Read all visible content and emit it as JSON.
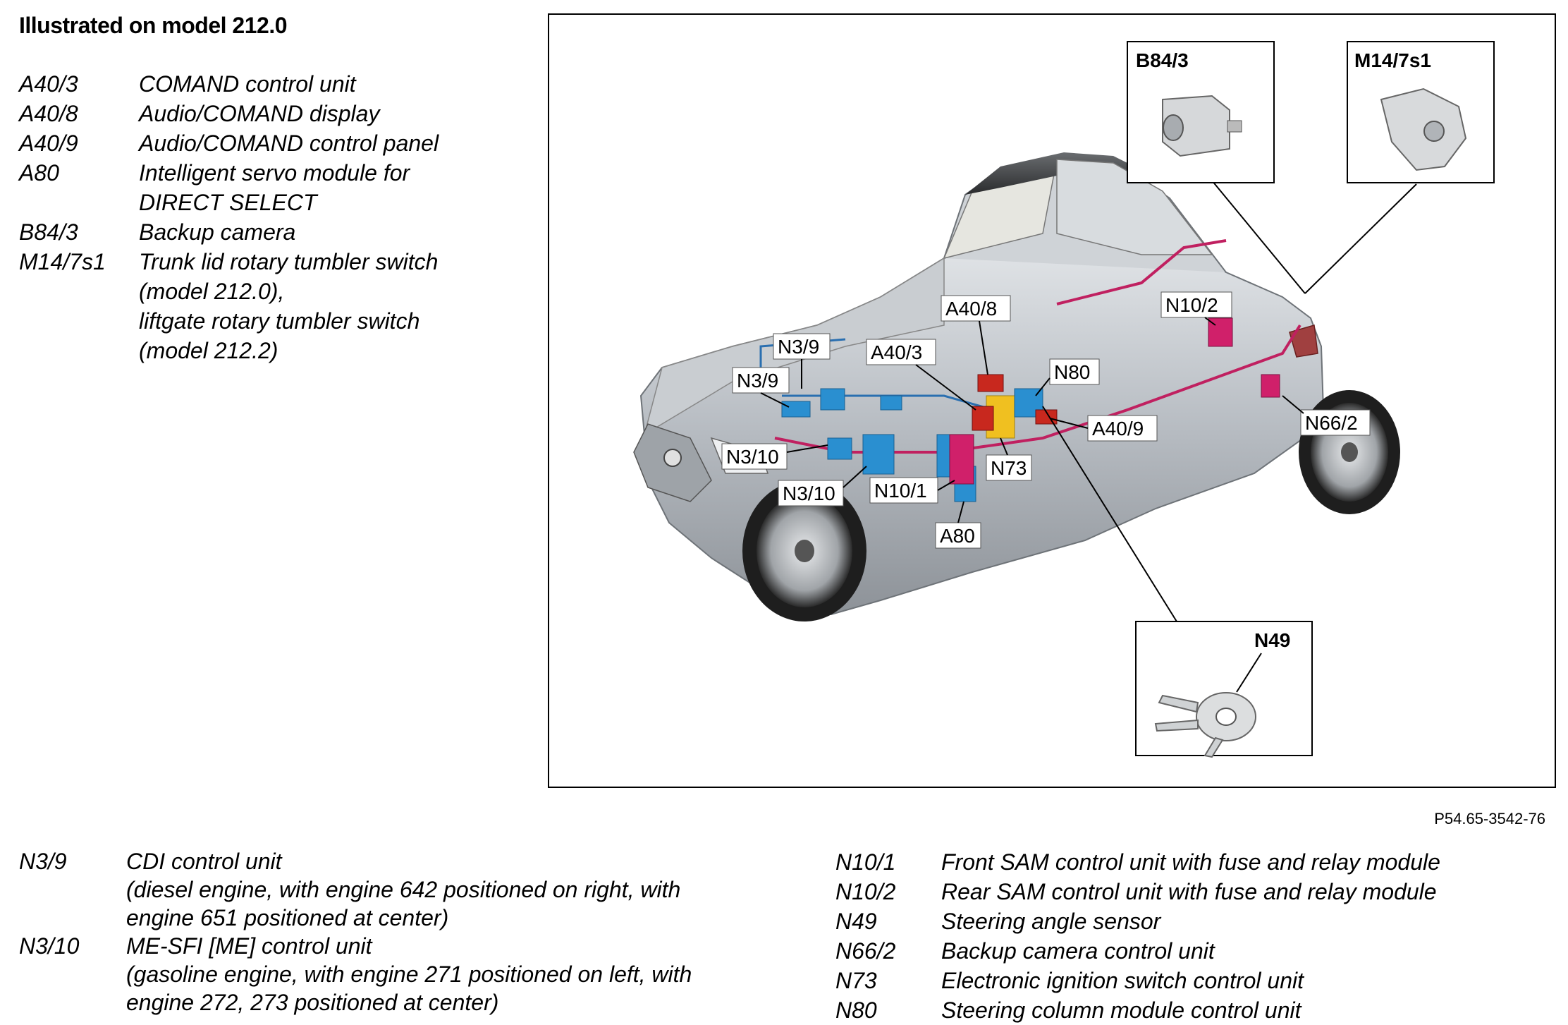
{
  "title": "Illustrated on model 212.0",
  "figure_ref": "P54.65-3542-76",
  "legend_top": [
    {
      "code": "A40/3",
      "desc": "COMAND control unit"
    },
    {
      "code": "A40/8",
      "desc": "Audio/COMAND display"
    },
    {
      "code": "A40/9",
      "desc": "Audio/COMAND control panel"
    },
    {
      "code": "A80",
      "desc": "Intelligent servo module for\nDIRECT SELECT"
    },
    {
      "code": "B84/3",
      "desc": "Backup camera"
    },
    {
      "code": "M14/7s1",
      "desc": "Trunk lid rotary tumbler switch\n(model 212.0),\nliftgate rotary tumbler switch\n(model 212.2)"
    }
  ],
  "legend_bottom_left": [
    {
      "code": "N3/9",
      "desc": "CDI control unit\n(diesel engine, with engine 642 positioned on right, with\nengine 651 positioned at center)"
    },
    {
      "code": "N3/10",
      "desc": "ME-SFI [ME] control unit\n(gasoline engine, with engine 271 positioned on left, with\nengine 272, 273 positioned at center)"
    }
  ],
  "legend_bottom_right": [
    {
      "code": "N10/1",
      "desc": "Front SAM control unit with fuse and relay module"
    },
    {
      "code": "N10/2",
      "desc": "Rear SAM control unit with fuse and relay module"
    },
    {
      "code": "N49",
      "desc": "Steering angle sensor"
    },
    {
      "code": "N66/2",
      "desc": "Backup camera control unit"
    },
    {
      "code": "N73",
      "desc": "Electronic ignition switch control unit"
    },
    {
      "code": "N80",
      "desc": "Steering column module control unit"
    }
  ],
  "diagram": {
    "inset_labels": {
      "b84": "B84/3",
      "m14": "M14/7s1",
      "n49": "N49"
    },
    "callouts": {
      "n3_9_top": "N3/9",
      "n3_9_left": "N3/9",
      "a40_8": "A40/8",
      "a40_3": "A40/3",
      "n10_2": "N10/2",
      "n80": "N80",
      "a40_9": "A40/9",
      "n66_2": "N66/2",
      "n3_10_left": "N3/10",
      "n3_10_low": "N3/10",
      "n73": "N73",
      "n10_1": "N10/1",
      "a80": "A80"
    },
    "colors": {
      "module_blue": "#2a8fd0",
      "module_magenta": "#d0206a",
      "module_red": "#c8281e",
      "module_yellow": "#f0c020",
      "wiring": "#c02060",
      "car_body": "#b8bdc3"
    }
  }
}
